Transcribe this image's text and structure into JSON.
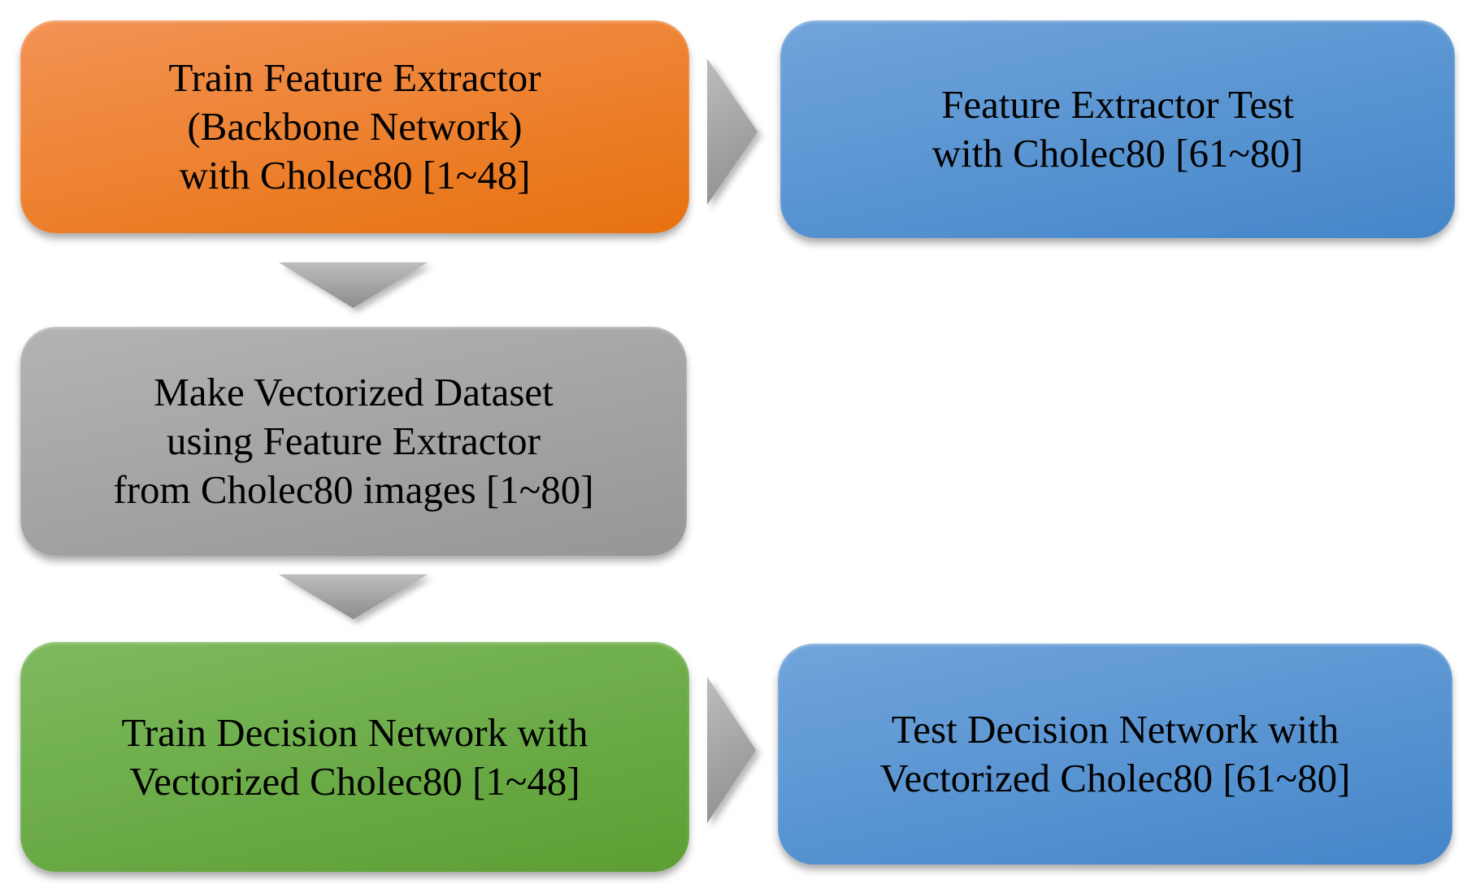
{
  "colors": {
    "background": "#FFFFFF",
    "text": "#000000",
    "orange_top": "#F39355",
    "orange_bottom": "#E7710E",
    "blue_top": "#70A4DB",
    "blue_bottom": "#4486C9",
    "gray_top": "#B3B3B3",
    "gray_bottom": "#969696",
    "green_top": "#7DBA5E",
    "green_bottom": "#5C9E33",
    "arrow_light": "#BDBDBD",
    "arrow_dark": "#8C8C8C"
  },
  "nodes": [
    {
      "id": "train-feature-extractor",
      "color": "orange",
      "lines": [
        "Train Feature Extractor",
        "(Backbone Network)",
        "with Cholec80 [1~48]"
      ]
    },
    {
      "id": "feature-extractor-test",
      "color": "blue",
      "lines": [
        "Feature Extractor Test",
        "with Cholec80 [61~80]"
      ]
    },
    {
      "id": "make-vectorized-dataset",
      "color": "gray",
      "lines": [
        "Make Vectorized Dataset",
        "using Feature Extractor",
        "from Cholec80 images [1~80]"
      ]
    },
    {
      "id": "train-decision-network",
      "color": "green",
      "lines": [
        "Train Decision Network with",
        "Vectorized Cholec80 [1~48]"
      ]
    },
    {
      "id": "test-decision-network",
      "color": "blue",
      "lines": [
        "Test Decision Network with",
        "Vectorized Cholec80 [61~80]"
      ]
    }
  ],
  "arrows": [
    {
      "id": "arrow-feature-train-to-test",
      "direction": "right",
      "from": "train-feature-extractor",
      "to": "feature-extractor-test"
    },
    {
      "id": "arrow-extractor-to-dataset",
      "direction": "down",
      "from": "train-feature-extractor",
      "to": "make-vectorized-dataset"
    },
    {
      "id": "arrow-dataset-to-decision-train",
      "direction": "down",
      "from": "make-vectorized-dataset",
      "to": "train-decision-network"
    },
    {
      "id": "arrow-decision-train-to-test",
      "direction": "right",
      "from": "train-decision-network",
      "to": "test-decision-network"
    }
  ]
}
